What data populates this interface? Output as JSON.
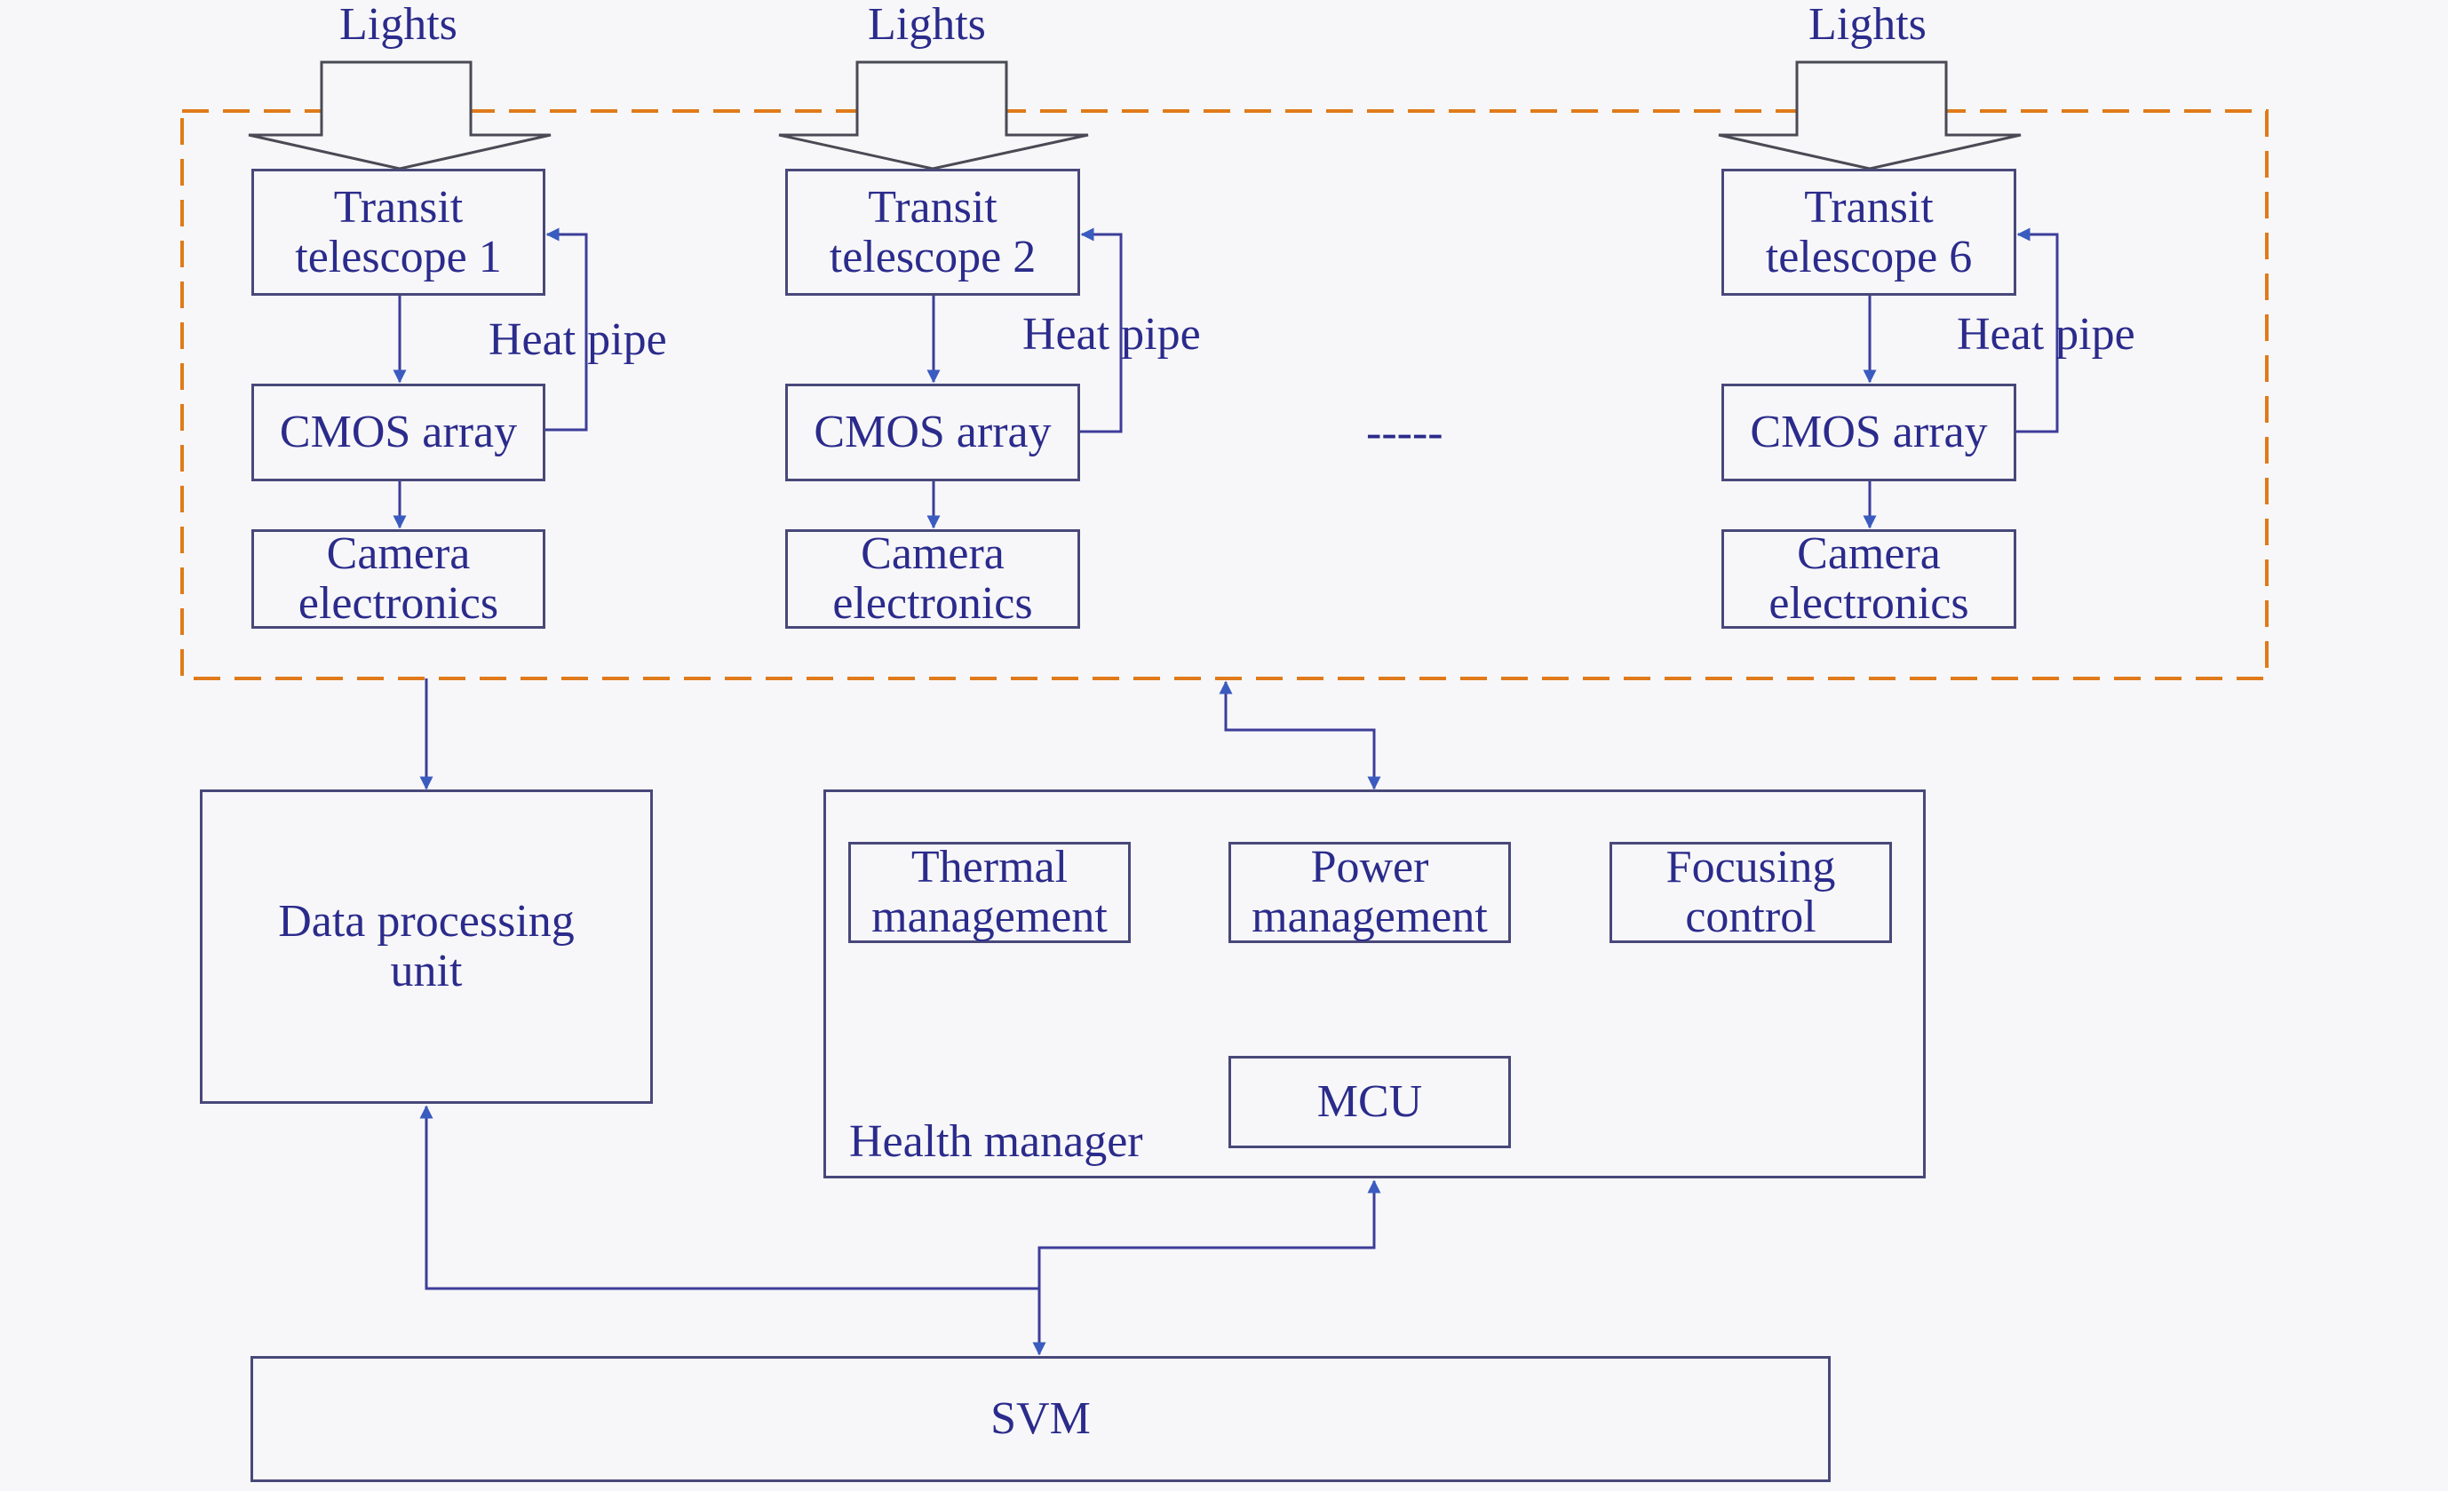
{
  "colors": {
    "box_border": "#48487a",
    "text": "#2b2b8c",
    "connector": "#3d3d9a",
    "arrowhead": "#3a5bbf",
    "dashed_frame": "#e07a1a",
    "light_arrow": "#4a4a55"
  },
  "inputs": {
    "light_label": "Lights"
  },
  "telescope_units": [
    {
      "telescope": [
        "Transit",
        "telescope 1"
      ],
      "detector": "CMOS array",
      "electronics": [
        "Camera",
        "electronics"
      ],
      "heat_pipe": "Heat pipe"
    },
    {
      "telescope": [
        "Transit",
        "telescope 2"
      ],
      "detector": "CMOS array",
      "electronics": [
        "Camera",
        "electronics"
      ],
      "heat_pipe": "Heat pipe"
    },
    {
      "telescope": [
        "Transit",
        "telescope 6"
      ],
      "detector": "CMOS array",
      "electronics": [
        "Camera",
        "electronics"
      ],
      "heat_pipe": "Heat pipe"
    }
  ],
  "ellipsis": "-----",
  "dpu": [
    "Data processing",
    "unit"
  ],
  "health_manager": {
    "label": "Health manager",
    "thermal": [
      "Thermal",
      "management"
    ],
    "power": [
      "Power",
      "management"
    ],
    "focusing": [
      "Focusing",
      "control"
    ],
    "mcu": "MCU"
  },
  "svm": "SVM"
}
